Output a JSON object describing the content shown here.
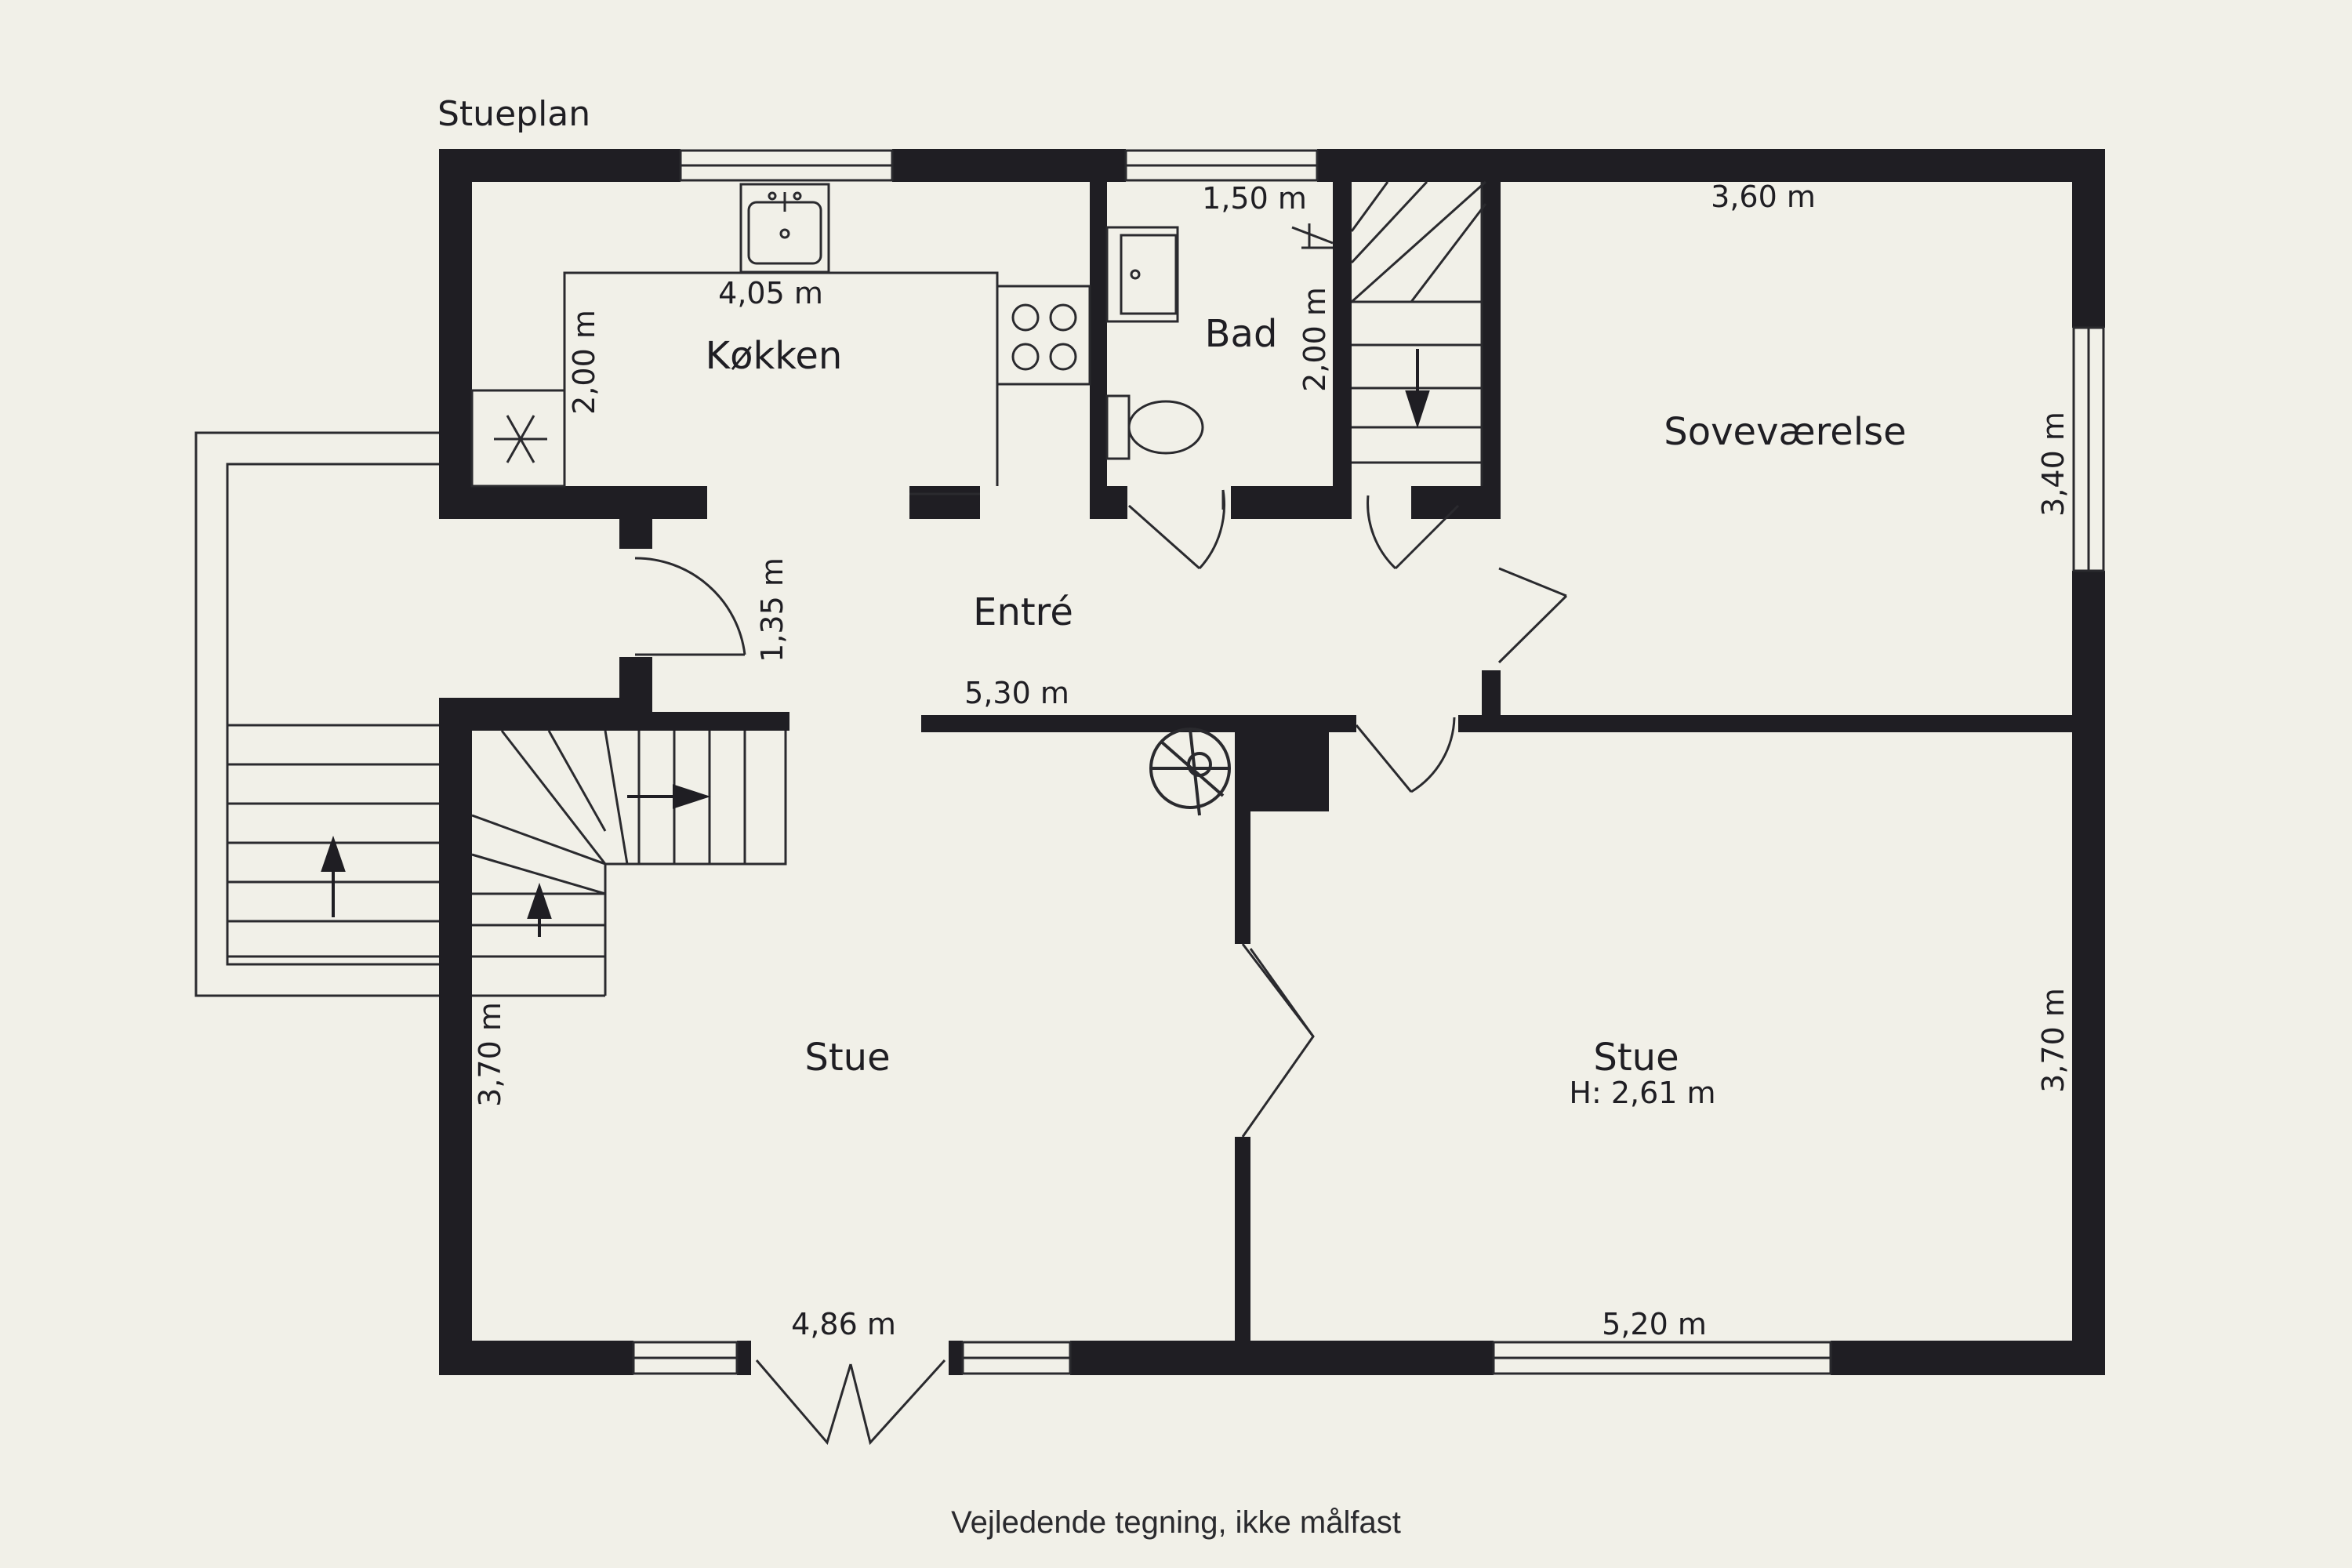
{
  "plan": {
    "title": "Stueplan",
    "footnote": "Vejledende tegning, ikke målfast",
    "colors": {
      "background": "#f1f0e8",
      "wall": "#1f1e23",
      "line": "#2a2a2e"
    }
  },
  "rooms": {
    "kitchen": {
      "name": "Køkken",
      "width": "4,05 m",
      "depth": "2,00 m"
    },
    "bath": {
      "name": "Bad",
      "width": "1,50 m",
      "depth": "2,00 m"
    },
    "entry": {
      "name": "Entré",
      "width": "5,30 m",
      "depth": "1,35 m"
    },
    "bedroom": {
      "name": "Soveværelse",
      "width": "3,60 m",
      "depth": "3,40 m"
    },
    "living_left": {
      "name": "Stue",
      "width": "4,86 m",
      "depth": "3,70 m"
    },
    "living_right": {
      "name": "Stue",
      "height": "H: 2,61 m",
      "width": "5,20 m",
      "depth": "3,70 m"
    }
  },
  "icons": [
    "sink-icon",
    "stove-icon",
    "freezer-snowflake-icon",
    "washbasin-icon",
    "toilet-icon",
    "shower-icon",
    "staircase-icon",
    "stair-direction-arrow-icon",
    "spiral-stair-icon"
  ]
}
